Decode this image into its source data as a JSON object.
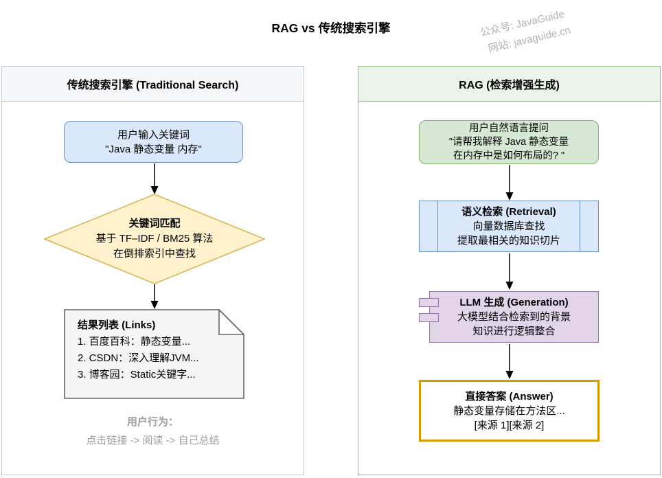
{
  "title": "RAG vs 传统搜索引擎",
  "watermark": {
    "line1": "公众号: JavaGuide",
    "line2": "网站: javaguide.cn"
  },
  "left": {
    "header": "传统搜索引擎 (Traditional Search)",
    "input": {
      "line1": "用户输入关键词",
      "line2": "\"Java 静态变量 内存\""
    },
    "match": {
      "title": "关键词匹配",
      "line1": "基于 TF–IDF / BM25 算法",
      "line2": "在倒排索引中查找"
    },
    "document": {
      "title": "结果列表 (Links)",
      "items": [
        "1. 百度百科：静态变量...",
        "2. CSDN：深入理解JVM...",
        "3. 博客园：Static关键字..."
      ]
    },
    "behavior": {
      "title": "用户行为：",
      "line": "点击链接 -> 阅读 -> 自己总结"
    }
  },
  "right": {
    "header": "RAG (检索增强生成)",
    "question": {
      "line1": "用户自然语言提问",
      "line2": "\"请帮我解释 Java 静态变量",
      "line3": "在内存中是如何布局的? \""
    },
    "retrieval": {
      "title": "语义检索 (Retrieval)",
      "line1": "向量数据库查找",
      "line2": "提取最相关的知识切片"
    },
    "generation": {
      "title": "LLM 生成 (Generation)",
      "line1": "大模型结合检索到的背景",
      "line2": "知识进行逻辑整合"
    },
    "answer": {
      "title": "直接答案 (Answer)",
      "line1": "静态变量存储在方法区...",
      "line2": "[来源 1][来源 2]"
    }
  },
  "colors": {
    "node_blue_fill": "#dae8fc",
    "node_blue_stroke": "#6c8ebf",
    "node_green_fill": "#d5e8d4",
    "node_green_stroke": "#82b366",
    "node_yellow_fill": "#fff2cc",
    "node_yellow_stroke": "#d6b656",
    "node_purple_fill": "#e1d5e7",
    "node_purple_stroke": "#9673a6",
    "answer_border": "#d79b00",
    "document_fill": "#f5f5f5",
    "document_stroke": "#666666",
    "left_panel_border": "#c6c9cc",
    "left_header_fill": "#f6f7f9",
    "right_panel_border": "#8fbd81",
    "right_header_fill": "#eaf4e8",
    "muted_text": "#9e9e9e",
    "watermark_text": "#b1b1b1"
  }
}
